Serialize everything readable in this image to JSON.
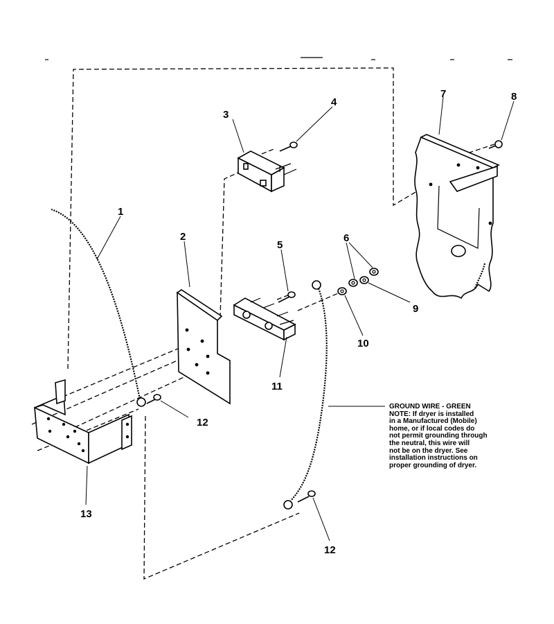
{
  "callouts": [
    {
      "id": "1",
      "text": "1"
    },
    {
      "id": "2",
      "text": "2"
    },
    {
      "id": "3",
      "text": "3"
    },
    {
      "id": "4",
      "text": "4"
    },
    {
      "id": "5",
      "text": "5"
    },
    {
      "id": "6",
      "text": "6"
    },
    {
      "id": "7",
      "text": "7"
    },
    {
      "id": "8",
      "text": "8"
    },
    {
      "id": "9",
      "text": "9"
    },
    {
      "id": "10",
      "text": "10"
    },
    {
      "id": "11",
      "text": "11"
    },
    {
      "id": "12a",
      "text": "12"
    },
    {
      "id": "12b",
      "text": "12"
    },
    {
      "id": "13",
      "text": "13"
    }
  ],
  "note": {
    "lines": [
      "GROUND WIRE - GREEN",
      "NOTE: If dryer is installed",
      "in a Manufactured (Mobile)",
      "home, or if local codes do",
      "not permit grounding through",
      "the neutral, this wire will",
      "not be on the dryer. See",
      "installation instructions on",
      "proper grounding of dryer."
    ]
  }
}
